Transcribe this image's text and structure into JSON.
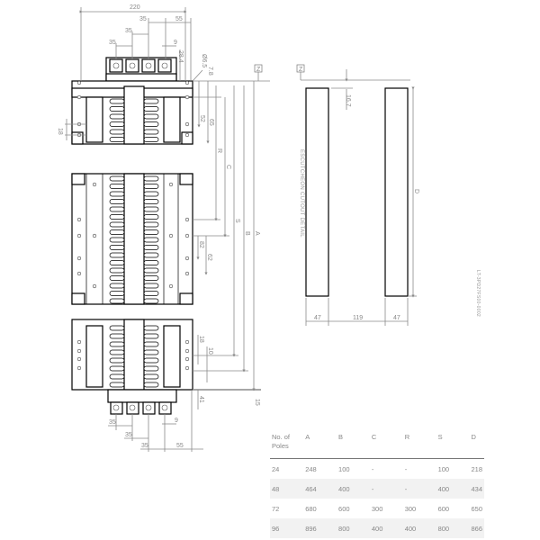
{
  "front_view": {
    "top_dimensions": {
      "overall_width": "220",
      "pitch_1": "35",
      "pitch_2": "35",
      "pitch_3": "35",
      "offset_right": "55",
      "gap": "9",
      "height_terminal": "28.4",
      "hole_diameter": "Ø6.5",
      "hole_offset": "7.8"
    },
    "left_dimension": "18",
    "right_dimensions": {
      "label_52_top": "52",
      "label_65_top": "65",
      "label_R": "R",
      "label_C": "C",
      "label_S": "S",
      "label_B": "B",
      "label_A": "A",
      "label_82_mid": "82",
      "label_62_mid": "62",
      "label_18_bottom": "18",
      "label_10_bottom": "10",
      "label_41_bottom": "41",
      "label_15_bottom": "15"
    },
    "bottom_dimensions": {
      "pitch_1": "35",
      "pitch_2": "35",
      "pitch_3": "35",
      "gap": "9",
      "offset_right": "55"
    },
    "datum_marker": "Z"
  },
  "cutout_detail": {
    "title": "ESCUTCHEON CUTOUT DETAIL",
    "datum_marker": "Z",
    "top_offset": "16.7",
    "height_label": "D",
    "width_left": "47",
    "gap_middle": "119",
    "width_right": "47"
  },
  "side_code": "LT-3PD27FS00-0002",
  "table": {
    "headers": [
      "No. of\nPoles",
      "A",
      "B",
      "C",
      "R",
      "S",
      "D"
    ],
    "header_pole_line1": "No. of",
    "header_pole_line2": "Poles",
    "rows": [
      {
        "poles": "24",
        "A": "248",
        "B": "100",
        "C": "-",
        "R": "-",
        "S": "100",
        "D": "218"
      },
      {
        "poles": "48",
        "A": "464",
        "B": "400",
        "C": "-",
        "R": "-",
        "S": "400",
        "D": "434"
      },
      {
        "poles": "72",
        "A": "680",
        "B": "600",
        "C": "300",
        "R": "300",
        "S": "600",
        "D": "650"
      },
      {
        "poles": "96",
        "A": "896",
        "B": "800",
        "C": "400",
        "R": "400",
        "S": "800",
        "D": "866"
      }
    ]
  },
  "colors": {
    "line": "#000000",
    "dimension": "#8a8a8a",
    "text": "#888888",
    "row_shade": "#f2f2f2"
  }
}
